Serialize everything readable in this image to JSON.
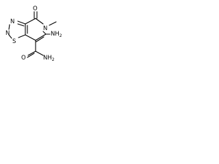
{
  "molecule": {
    "ring_atoms": {
      "n3": "N",
      "n2": "N",
      "s1": "S",
      "n5": "N"
    },
    "carbonyl_oxygen": "O",
    "n_methyl": "",
    "amino_group": "NH",
    "amino_subscript": "2",
    "amide_oxygen": "O",
    "amide_nitrogen": "NH",
    "amide_subscript": "2"
  }
}
